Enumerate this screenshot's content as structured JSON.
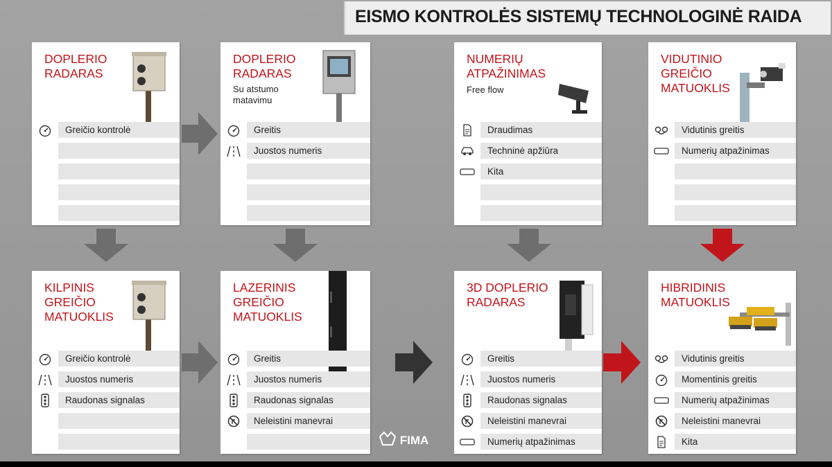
{
  "title": "EISMO KONTROLĖS SISTEMŲ TECHNOLOGINĖ RAIDA",
  "logo_text": "FIMA",
  "colors": {
    "accent_red": "#c0151b",
    "arrow_gray": "#6e6e6e",
    "arrow_dark": "#333333"
  },
  "cards": [
    {
      "id": "c1",
      "title": "DOPLERIO\nRADARAS",
      "subtitle": "",
      "rows": [
        {
          "icon": "gauge-icon",
          "label": "Greičio kontrolė"
        },
        {
          "icon": "",
          "label": ""
        },
        {
          "icon": "",
          "label": ""
        },
        {
          "icon": "",
          "label": ""
        },
        {
          "icon": "",
          "label": ""
        }
      ]
    },
    {
      "id": "c2",
      "title": "DOPLERIO\nRADARAS",
      "subtitle": "Su atstumo\nmatavimu",
      "rows": [
        {
          "icon": "gauge-icon",
          "label": "Greitis"
        },
        {
          "icon": "lanes-icon",
          "label": "Juostos numeris"
        },
        {
          "icon": "",
          "label": ""
        },
        {
          "icon": "",
          "label": ""
        },
        {
          "icon": "",
          "label": ""
        }
      ]
    },
    {
      "id": "c3",
      "title": "NUMERIŲ\nATPAŽINIMAS",
      "subtitle": "Free flow",
      "rows": [
        {
          "icon": "document-icon",
          "label": "Draudimas"
        },
        {
          "icon": "car-icon",
          "label": "Techninė apžiūra"
        },
        {
          "icon": "plate-icon",
          "label": "Kita"
        },
        {
          "icon": "",
          "label": ""
        },
        {
          "icon": "",
          "label": ""
        }
      ]
    },
    {
      "id": "c4",
      "title": "VIDUTINIO\nGREIČIO\nMATUOKLIS",
      "subtitle": "",
      "rows": [
        {
          "icon": "route-icon",
          "label": "Vidutinis greitis"
        },
        {
          "icon": "plate-icon",
          "label": "Numerių atpažinimas"
        },
        {
          "icon": "",
          "label": ""
        },
        {
          "icon": "",
          "label": ""
        },
        {
          "icon": "",
          "label": ""
        }
      ]
    },
    {
      "id": "c5",
      "title": "KILPINIS\nGREIČIO\nMATUOKLIS",
      "subtitle": "",
      "rows": [
        {
          "icon": "gauge-icon",
          "label": "Greičio kontrolė"
        },
        {
          "icon": "lanes-icon",
          "label": "Juostos numeris"
        },
        {
          "icon": "traffic-light-icon",
          "label": "Raudonas signalas"
        },
        {
          "icon": "",
          "label": ""
        },
        {
          "icon": "",
          "label": ""
        }
      ]
    },
    {
      "id": "c6",
      "title": "LAZERINIS\nGREIČIO\nMATUOKLIS",
      "subtitle": "",
      "rows": [
        {
          "icon": "gauge-icon",
          "label": "Greitis"
        },
        {
          "icon": "lanes-icon",
          "label": "Juostos numeris"
        },
        {
          "icon": "traffic-light-icon",
          "label": "Raudonas signalas"
        },
        {
          "icon": "no-turn-icon",
          "label": "Neleistini manevrai"
        },
        {
          "icon": "",
          "label": ""
        }
      ]
    },
    {
      "id": "c7",
      "title": "3D DOPLERIO\nRADARAS",
      "subtitle": "",
      "rows": [
        {
          "icon": "gauge-icon",
          "label": "Greitis"
        },
        {
          "icon": "lanes-icon",
          "label": "Juostos numeris"
        },
        {
          "icon": "traffic-light-icon",
          "label": "Raudonas signalas"
        },
        {
          "icon": "no-turn-icon",
          "label": "Neleistini manevrai"
        },
        {
          "icon": "plate-icon",
          "label": "Numerių atpažinimas"
        }
      ]
    },
    {
      "id": "c8",
      "title": "HIBRIDINIS\nMATUOKLIS",
      "subtitle": "",
      "rows": [
        {
          "icon": "route-icon",
          "label": "Vidutinis greitis"
        },
        {
          "icon": "gauge-icon",
          "label": "Momentinis greitis"
        },
        {
          "icon": "plate-icon",
          "label": "Numerių atpažinimas"
        },
        {
          "icon": "no-turn-icon",
          "label": "Neleistini manevrai"
        },
        {
          "icon": "document-icon",
          "label": "Kita"
        }
      ]
    }
  ]
}
